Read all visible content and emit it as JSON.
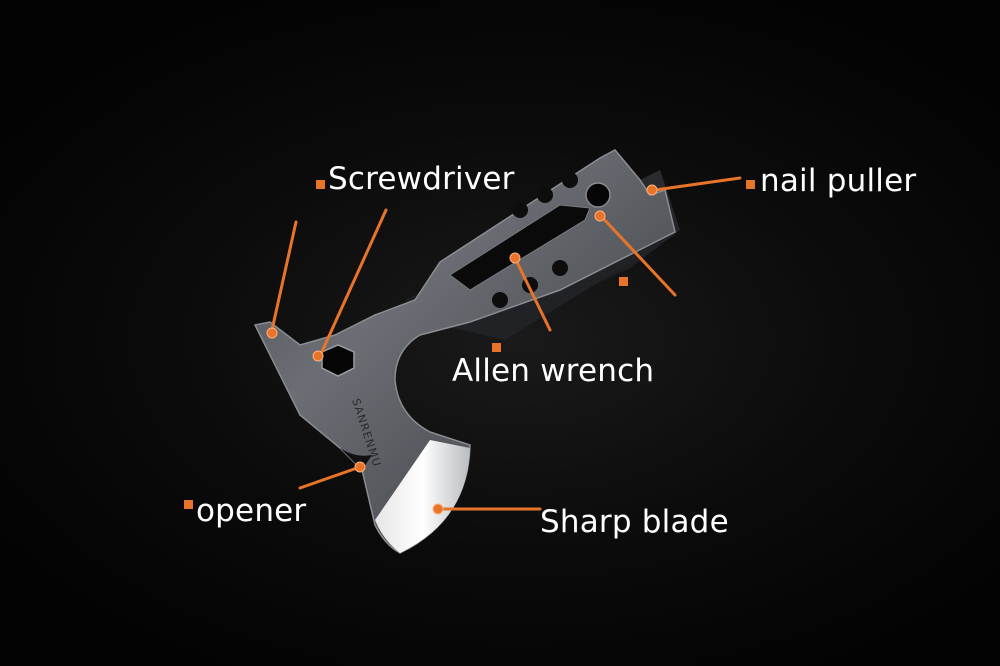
{
  "labels": {
    "screwdriver": "Screwdriver",
    "nail_puller": "nail puller",
    "allen_wrench": "Allen wrench",
    "opener": "opener",
    "sharp_blade": "Sharp blade"
  },
  "icons": {
    "marker": "orange-square-marker",
    "pointer": "orange-dot-pointer"
  },
  "colors": {
    "accent": "#E8742A",
    "label_text": "#FFFFFF",
    "background": "#050505"
  }
}
